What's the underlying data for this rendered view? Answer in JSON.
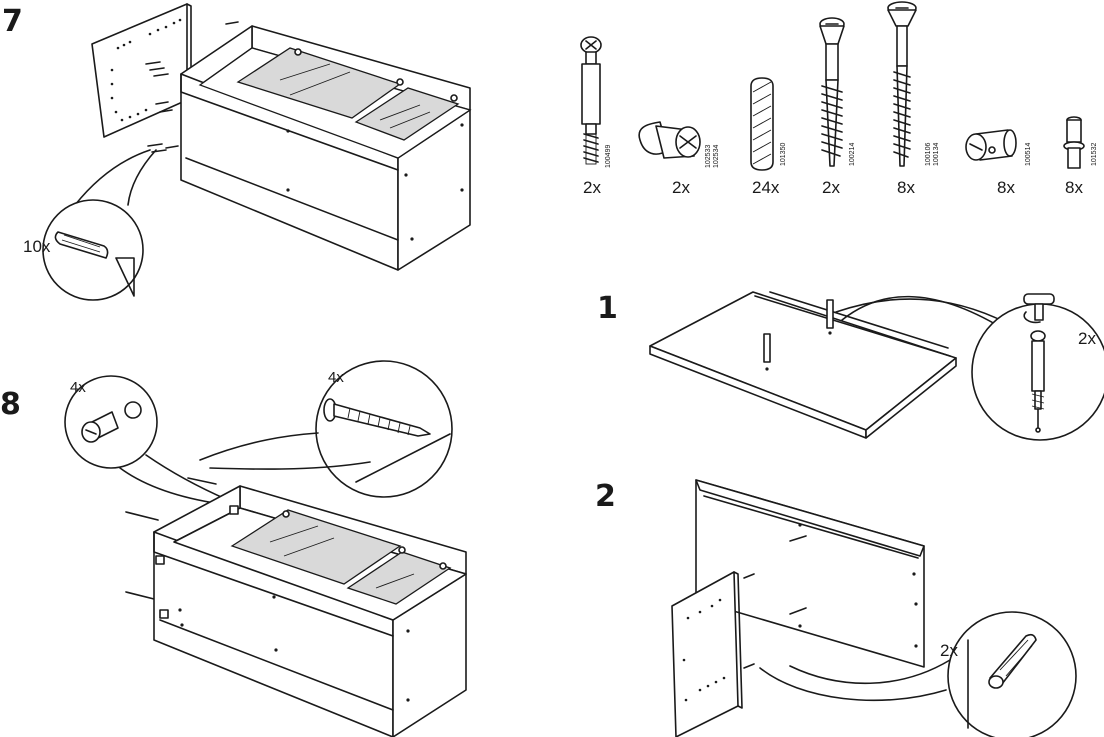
{
  "steps": {
    "s7": "7",
    "s8": "8",
    "s1": "1",
    "s2": "2"
  },
  "parts": [
    {
      "icon": "cam-bolt-icon",
      "article": "100499",
      "qty": "2x"
    },
    {
      "icon": "cam-lock-icon",
      "article": "102533\n102534",
      "qty": "2x"
    },
    {
      "icon": "wood-dowel-icon",
      "article": "101350",
      "qty": "24x"
    },
    {
      "icon": "short-screw-icon",
      "article": "100214",
      "qty": "2x"
    },
    {
      "icon": "long-screw-icon",
      "article": "100106\n100134",
      "qty": "8x"
    },
    {
      "icon": "barrel-nut-icon",
      "article": "100514",
      "qty": "8x"
    },
    {
      "icon": "shelf-pin-icon",
      "article": "101532",
      "qty": "8x"
    }
  ],
  "part_articles": {
    "p1": "100499",
    "p2a": "102533",
    "p2b": "102534",
    "p3": "101350",
    "p4": "100214",
    "p5a": "100106",
    "p5b": "100134",
    "p6": "100514",
    "p7": "101532"
  },
  "part_qty": {
    "p1": "2x",
    "p2": "2x",
    "p3": "24x",
    "p4": "2x",
    "p5": "8x",
    "p6": "8x",
    "p7": "8x"
  },
  "callouts": {
    "step7_dowels": "10x",
    "step8_barrel_nuts": "4x",
    "step8_screws": "4x",
    "step1_cam_bolts": "2x",
    "step2_dowels": "2x"
  }
}
